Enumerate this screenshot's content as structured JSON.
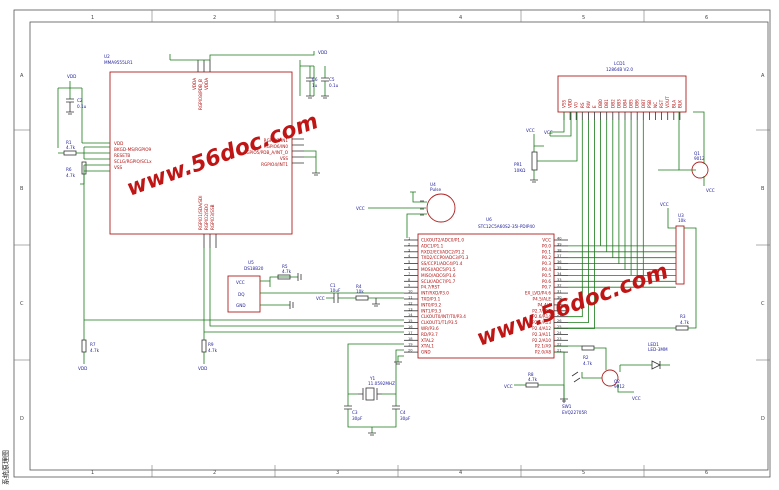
{
  "caption": "系统原理图",
  "watermarks": [
    "www.56doc.com",
    "www.56doc.com"
  ],
  "grid": {
    "columns": [
      "1",
      "2",
      "3",
      "4",
      "5",
      "6"
    ],
    "rows": [
      "A",
      "B",
      "C",
      "D"
    ]
  },
  "u2": {
    "ref": "U2",
    "part": "MMA9555LR1",
    "left_pins": [
      "VDD",
      "BKGD-MS/RGPIO9",
      "RESETB",
      "SCLG/RGPIO/SCLx",
      "VSS"
    ],
    "right_pins": [
      "RGPIO7/IN1",
      "RGPIO6/IN0",
      "RGPIO5/PDB_A/INT_O",
      "VSS",
      "RGPIO4/INT1"
    ],
    "top_pins": [
      "VDDA",
      "RGPIO8/PDB_B",
      "VDDA"
    ],
    "bottom_pins": [
      "RGPIO1/SDA/SDI",
      "RGPIO2/SDO",
      "RGPIO3/SSB"
    ]
  },
  "power": {
    "vdd": "VDD",
    "vcc": "VCC"
  },
  "passives": {
    "c2": {
      "ref": "C2",
      "val": "0.1u"
    },
    "c6": {
      "ref": "C6",
      "val": "1u"
    },
    "c5": {
      "ref": "C5",
      "val": "0.1u"
    },
    "r1": {
      "ref": "R1",
      "val": "4.7k"
    },
    "r6": {
      "ref": "R6",
      "val": "4.7k"
    },
    "r7": {
      "ref": "R7",
      "val": "4.7k"
    },
    "r9": {
      "ref": "R9",
      "val": "4.7k"
    },
    "r5": {
      "ref": "R5",
      "val": "4.7k"
    },
    "r4": {
      "ref": "R4",
      "val": "10k"
    },
    "c1": {
      "ref": "C1",
      "val": "10uF"
    },
    "c3": {
      "ref": "C3",
      "val": "30pF"
    },
    "c4": {
      "ref": "C4",
      "val": "30pF"
    },
    "y1": {
      "ref": "Y1",
      "val": "11.0592MHZ"
    },
    "r8": {
      "ref": "R8",
      "val": "4.7k"
    },
    "r2": {
      "ref": "R2",
      "val": "4.7k"
    },
    "r3": {
      "ref": "R3",
      "val": "4.7k"
    },
    "pr1": {
      "ref": "PR1",
      "val": "10KΩ"
    },
    "u3": {
      "ref": "U3",
      "val": "10k"
    }
  },
  "u5": {
    "ref": "U5",
    "part": "DS18B20",
    "pins": [
      "VCC",
      "DQ",
      "GND"
    ]
  },
  "u4": {
    "ref": "U4",
    "part": "Pulse"
  },
  "u6": {
    "ref": "U6",
    "part": "STC12C5A60S2-35I-PDIP40",
    "left_pins": [
      "CLKOUT2/ADC0/P1.0",
      "ADC1/P1.1",
      "RXD2/ECI/ADC2/P1.2",
      "TXD2/CCP0/ADC3/P1.3",
      "SS/CCP1/ADC4/P1.4",
      "MOSI/ADC5/P1.5",
      "MISO/ADC6/P1.6",
      "SCLK/ADC7/P1.7",
      "P4.7/RST",
      "INT/RXD/P3.0",
      "TXD/P3.1",
      "INT0/P3.2",
      "INT1/P3.3",
      "CLKOUT0/INT/T0/P3.4",
      "CLKOUT1/T1/P3.5",
      "WR/P3.6",
      "RD/P3.7",
      "XTAL2",
      "XTAL1",
      "GND"
    ],
    "right_pins": [
      "VCC",
      "P0.0",
      "P0.1",
      "P0.2",
      "P0.3",
      "P0.4",
      "P0.5",
      "P0.6",
      "P0.7",
      "EX_LVD/P4.6",
      "P4.5/ALE",
      "P4.4/A",
      "P2.7/A15",
      "P2.6/A14",
      "P2.5/A13",
      "P2.4/A12",
      "P2.3/A11",
      "P2.2/A10",
      "P2.1/A9",
      "P2.0/A8"
    ],
    "left_nums": [
      "1",
      "2",
      "3",
      "4",
      "5",
      "6",
      "7",
      "8",
      "9",
      "10",
      "11",
      "12",
      "13",
      "14",
      "15",
      "16",
      "17",
      "18",
      "19",
      "20"
    ],
    "right_nums": [
      "40",
      "39",
      "38",
      "37",
      "36",
      "35",
      "34",
      "33",
      "32",
      "31",
      "30",
      "29",
      "28",
      "27",
      "26",
      "25",
      "24",
      "23",
      "22",
      "21"
    ]
  },
  "lcd": {
    "ref": "LCD1",
    "part": "12864B V2.0",
    "pins": [
      "VSS",
      "VDD",
      "VO",
      "RS",
      "RW",
      "E",
      "DB0",
      "DB1",
      "DB2",
      "DB3",
      "DB4",
      "DB5",
      "DB6",
      "DB7",
      "PSB",
      "NC",
      "RST",
      "VOUT",
      "BLA",
      "BLK"
    ]
  },
  "q1": {
    "ref": "Q1",
    "part": "9012"
  },
  "q2": {
    "ref": "Q2",
    "part": "9012"
  },
  "led1": {
    "ref": "LED1",
    "part": "LED-3MM"
  },
  "sw1": {
    "ref": "SW1",
    "part": "EVQ22705R"
  }
}
